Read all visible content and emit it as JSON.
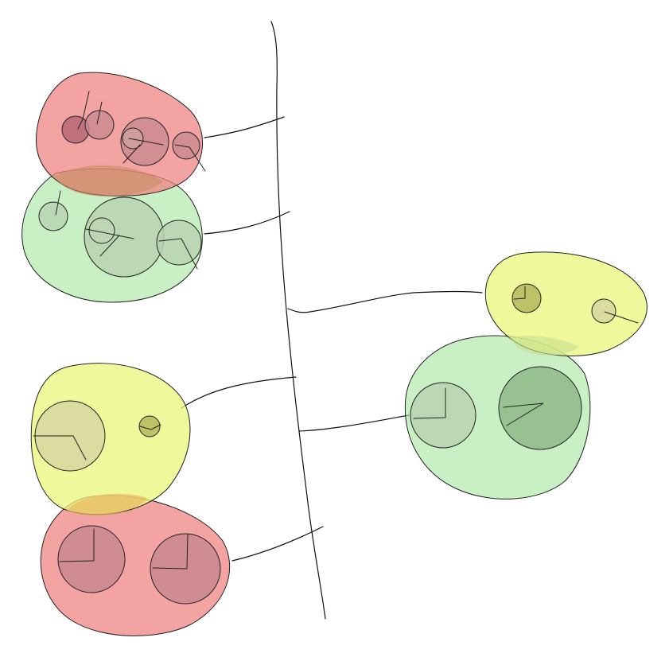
{
  "colors": {
    "red_group": "#f08080",
    "green_group": "#a8e6a0",
    "yellow_group": "#eaf57a",
    "inner_red": "#c88a90",
    "inner_green": "#b8d2b0",
    "inner_yellow": "#d8d8a0",
    "inner_dark_green": "#8fb88a",
    "inner_olive": "#b8ba60",
    "ink": "#111111"
  },
  "timeline": {
    "orientation": "vertical",
    "branch_count": 6
  },
  "groups": [
    {
      "id": "top-red",
      "color_key": "red_group",
      "side": "left",
      "inner_circles": 4
    },
    {
      "id": "top-green",
      "color_key": "green_group",
      "side": "left",
      "inner_circles": 3
    },
    {
      "id": "right-yellow",
      "color_key": "yellow_group",
      "side": "right",
      "inner_circles": 2
    },
    {
      "id": "right-green",
      "color_key": "green_group",
      "side": "right",
      "inner_circles": 2
    },
    {
      "id": "bottom-yellow",
      "color_key": "yellow_group",
      "side": "left",
      "inner_circles": 2
    },
    {
      "id": "bottom-red",
      "color_key": "red_group",
      "side": "left",
      "inner_circles": 2
    }
  ]
}
